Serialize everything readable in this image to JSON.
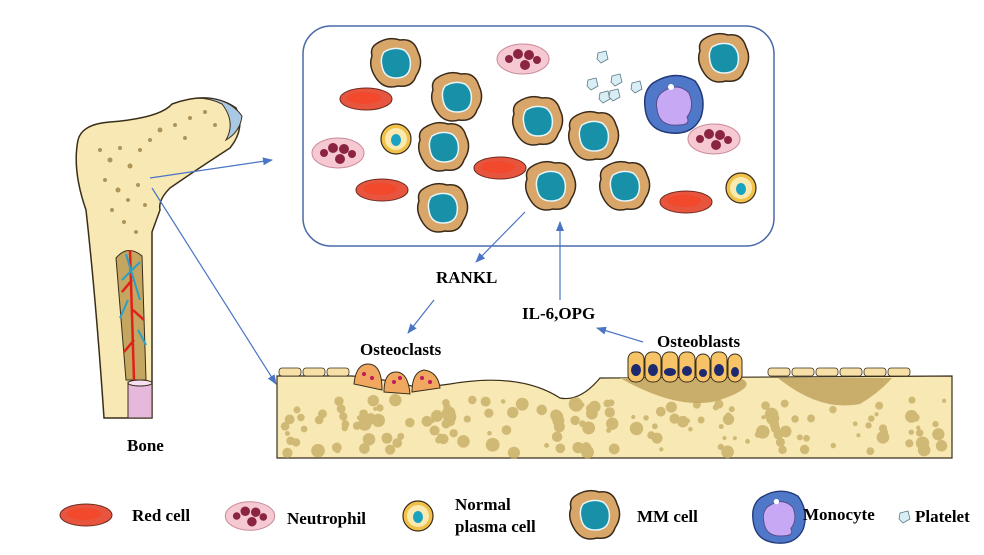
{
  "labels": {
    "rankl": "RANKL",
    "il6_opg": "IL-6,OPG",
    "osteoclasts": "Osteoclasts",
    "osteoblasts": "Osteoblasts",
    "bone": "Bone"
  },
  "legend": [
    {
      "icon": "red-cell-icon",
      "label": "Red cell"
    },
    {
      "icon": "neutrophil-icon",
      "label": "Neutrophil"
    },
    {
      "icon": "plasma-cell-icon",
      "label_line1": "Normal",
      "label_line2": "plasma cell"
    },
    {
      "icon": "mm-cell-icon",
      "label": "MM cell"
    },
    {
      "icon": "monocyte-icon",
      "label": "Monocyte"
    },
    {
      "icon": "platelet-icon",
      "label": "Platelet"
    }
  ],
  "colors": {
    "arrow": "#4a74c4",
    "frame": "#4a6aa8",
    "red_cell": "#e8553e",
    "mm_cell_body": "#d9a66a",
    "mm_nucleus": "#1790a8",
    "plasma_ring": "#f1c24a",
    "neutrophil": "#f6c9d2",
    "monocyte": "#4f78c9",
    "bone": "#f7e8b4"
  }
}
